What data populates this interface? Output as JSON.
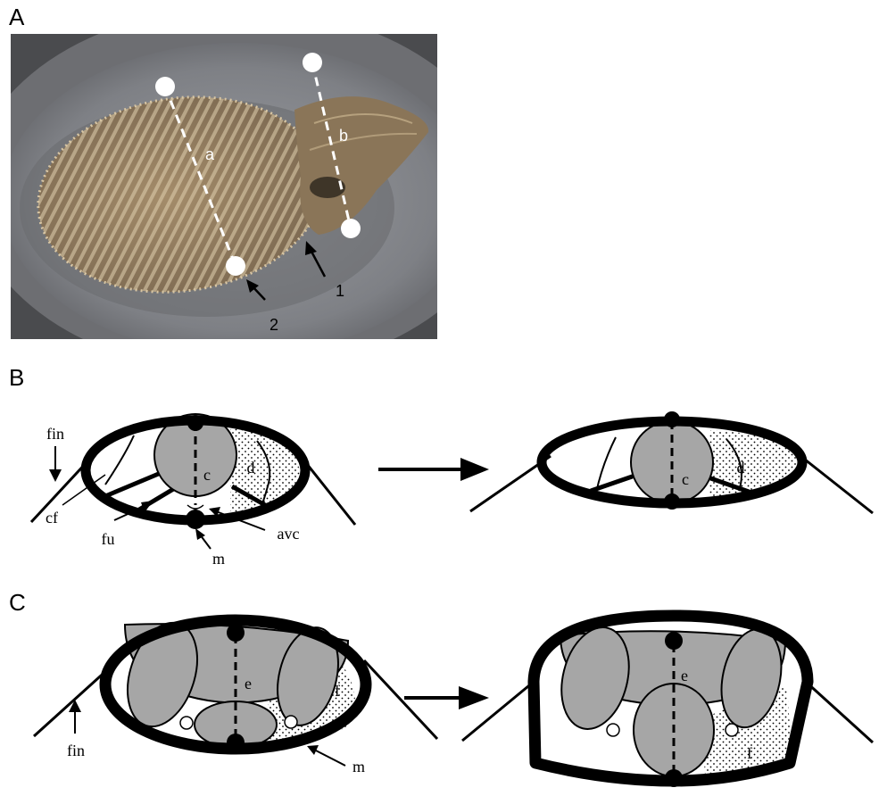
{
  "panels": {
    "A": "A",
    "B": "B",
    "C": "C"
  },
  "photo": {
    "measure_a": "a",
    "measure_b": "b",
    "arrow_1": "1",
    "arrow_2": "2"
  },
  "panel_b": {
    "fin": "fin",
    "cf": "cf",
    "fu": "fu",
    "m": "m",
    "avc": "avc",
    "c_left": "c",
    "d_left": "d",
    "c_right": "c",
    "d_right": "d"
  },
  "panel_c": {
    "fin": "fin",
    "m": "m",
    "e_left": "e",
    "f_left": "f",
    "e_right": "e",
    "f_right": "f"
  },
  "colors": {
    "organ_gray": "#a6a6a6",
    "tank_wall": "#6f7073",
    "tank_water": "#85878c",
    "cuttlefish": "#9a8464"
  }
}
